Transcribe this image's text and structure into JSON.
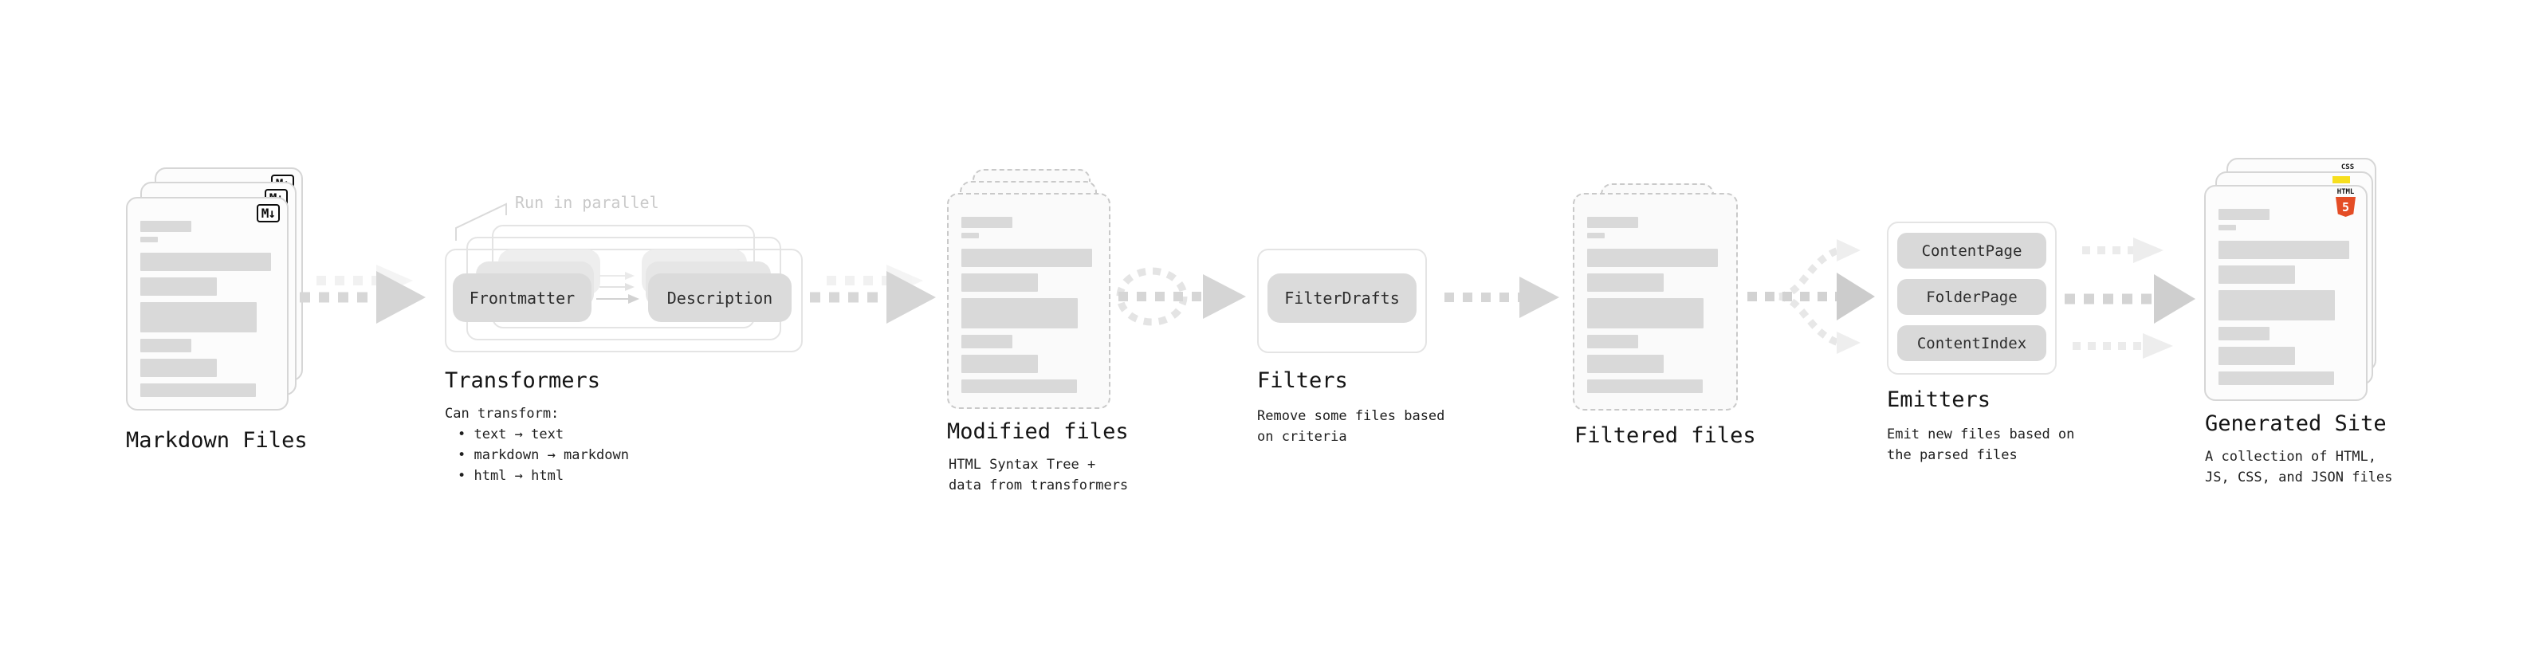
{
  "stages": {
    "markdown": {
      "label": "Markdown Files",
      "badge": "M↓"
    },
    "transformers": {
      "annotation": "Run in parallel",
      "pill_left": "Frontmatter",
      "pill_right": "Description",
      "label": "Transformers",
      "desc_title": "Can transform:",
      "bullets": [
        "• text → text",
        "• markdown → markdown",
        "• html → html"
      ]
    },
    "modified": {
      "label": "Modified files",
      "desc": [
        "HTML Syntax Tree +",
        "data from transformers"
      ]
    },
    "filters": {
      "pill": "FilterDrafts",
      "label": "Filters",
      "desc": [
        "Remove some files based",
        "on criteria"
      ]
    },
    "filtered": {
      "label": "Filtered files"
    },
    "emitters": {
      "pills": [
        "ContentPage",
        "FolderPage",
        "ContentIndex"
      ],
      "label": "Emitters",
      "desc": [
        "Emit new files based on",
        "the parsed files"
      ]
    },
    "generated": {
      "label": "Generated Site",
      "desc": [
        "A collection of HTML,",
        "JS, CSS, and JSON files"
      ],
      "badges": {
        "css": "CSS",
        "html_word": "HTML",
        "html_number": "5"
      }
    }
  },
  "colors": {
    "html5_orange": "#e44d26",
    "js_yellow": "#f7df1e",
    "css_blue": "#2965f1",
    "card_border": "#d6d6d6",
    "skeleton_bar": "#d9d9d9",
    "arrow_gray": "#d5d5d5"
  }
}
